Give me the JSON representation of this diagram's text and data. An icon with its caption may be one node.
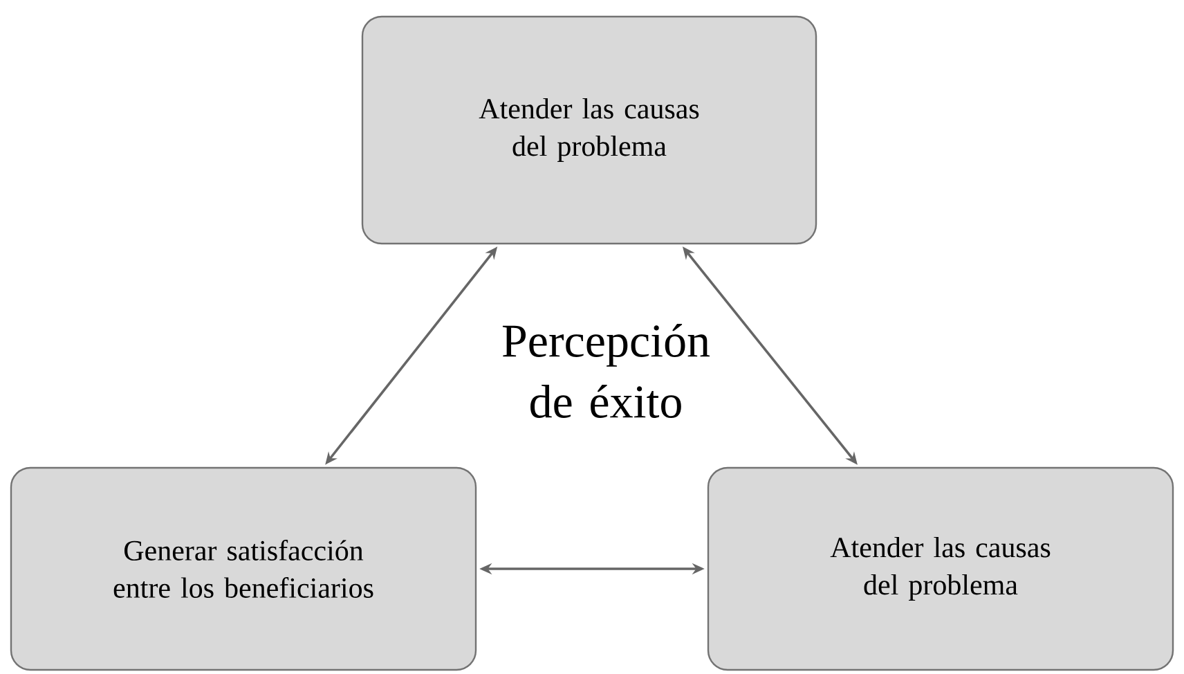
{
  "diagram": {
    "nodes": [
      {
        "text": [
          "Atender las causas del problema"
        ]
      },
      {
        "text": [
          "Generar satisfacción entre los beneficiarios"
        ]
      },
      {
        "text": [
          "Atender las causas del problema"
        ]
      }
    ],
    "edges": [
      {
        "from": 0,
        "to": 1,
        "arrow": "both"
      },
      {
        "from": 0,
        "to": 2,
        "arrow": "both"
      },
      {
        "from": 1,
        "to": 2,
        "arrow": "both"
      }
    ],
    "labels": [
      "Percepción de éxito"
    ]
  }
}
